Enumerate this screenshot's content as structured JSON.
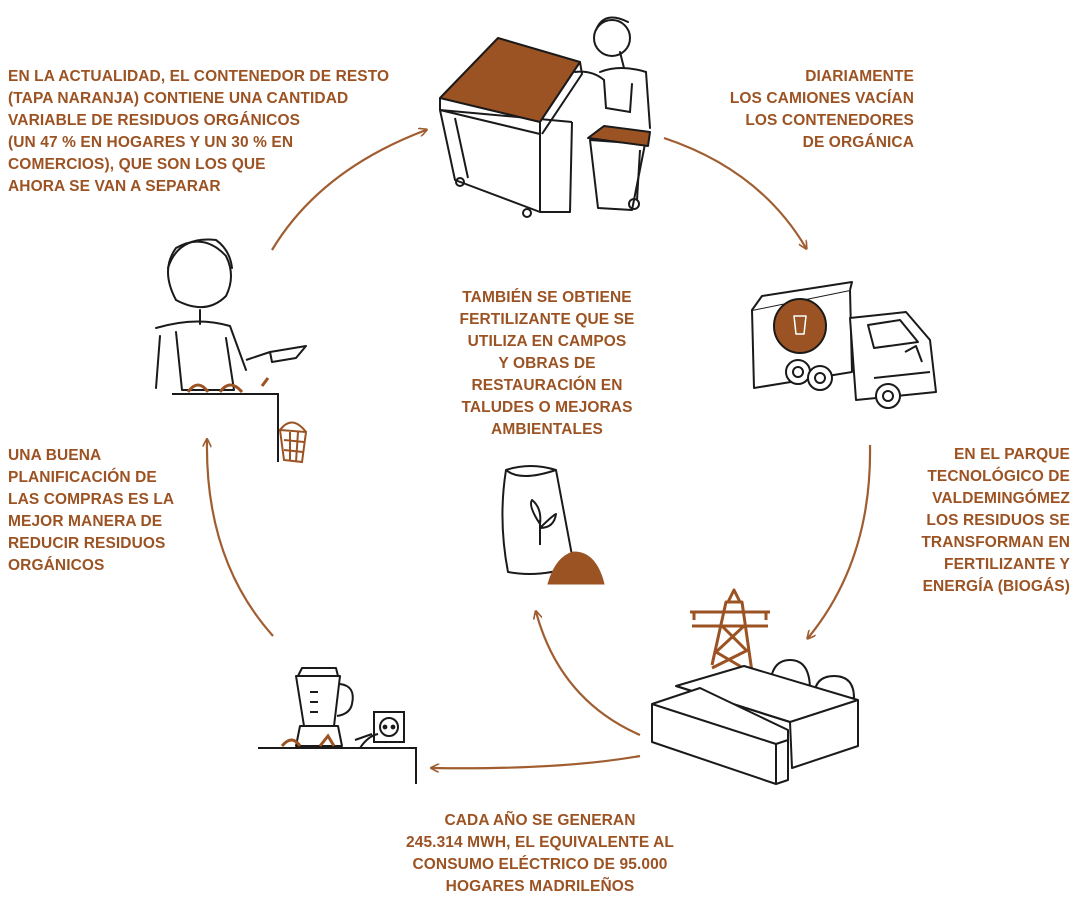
{
  "steps": {
    "current_bin": {
      "lines": [
        "EN LA ACTUALIDAD, EL CONTENEDOR DE RESTO",
        "(TAPA NARANJA) CONTIENE UNA CANTIDAD",
        "VARIABLE DE RESIDUOS ORGÁNICOS",
        "(UN 47 % EN HOGARES Y UN 30 % EN",
        "COMERCIOS), QUE SON LOS QUE",
        "AHORA SE VAN A SEPARAR"
      ]
    },
    "daily_trucks": {
      "lines": [
        "DIARIAMENTE",
        "LOS CAMIONES VACÍAN",
        "LOS CONTENEDORES",
        "DE ORGÁNICA"
      ]
    },
    "fertilizer": {
      "lines": [
        "TAMBIÉN SE OBTIENE",
        "FERTILIZANTE QUE SE",
        "UTILIZA EN CAMPOS",
        "Y OBRAS DE",
        "RESTAURACIÓN EN",
        "TALUDES O MEJORAS",
        "AMBIENTALES"
      ]
    },
    "valdemingomez": {
      "lines": [
        "EN EL PARQUE",
        "TECNOLÓGICO DE",
        "VALDEMINGÓMEZ",
        "LOS RESIDUOS SE",
        "TRANSFORMAN EN",
        "FERTILIZANTE Y",
        "ENERGÍA (BIOGÁS)"
      ]
    },
    "planning": {
      "lines": [
        "UNA BUENA",
        "PLANIFICACIÓN DE",
        "LAS COMPRAS ES LA",
        "MEJOR MANERA DE",
        "REDUCIR RESIDUOS",
        "ORGÁNICOS"
      ]
    },
    "energy": {
      "lines": [
        "CADA AÑO SE GENERAN",
        "245.314 MWH, EL EQUIVALENTE AL",
        "CONSUMO ELÉCTRICO DE 95.000",
        "HOGARES MADRILEÑOS"
      ]
    }
  },
  "colors": {
    "accent": "#9c5323",
    "arrow": "#a05d30",
    "ink": "#1a1a1a"
  },
  "icons": [
    "waste-bin-icon",
    "person-icon",
    "truck-icon",
    "plant-icon",
    "fertilizer-bag-icon",
    "power-tower-icon",
    "treatment-plant-icon",
    "blender-icon",
    "socket-icon",
    "knife-icon"
  ]
}
